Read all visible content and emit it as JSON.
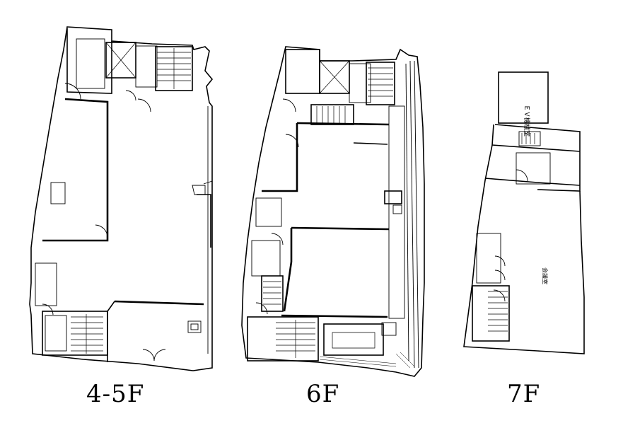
{
  "plans": [
    {
      "label": "4-5F",
      "rooms": []
    },
    {
      "label": "6F",
      "rooms": []
    },
    {
      "label": "7F",
      "rooms": [
        "ＥＶ機械室",
        "会議室"
      ]
    }
  ]
}
